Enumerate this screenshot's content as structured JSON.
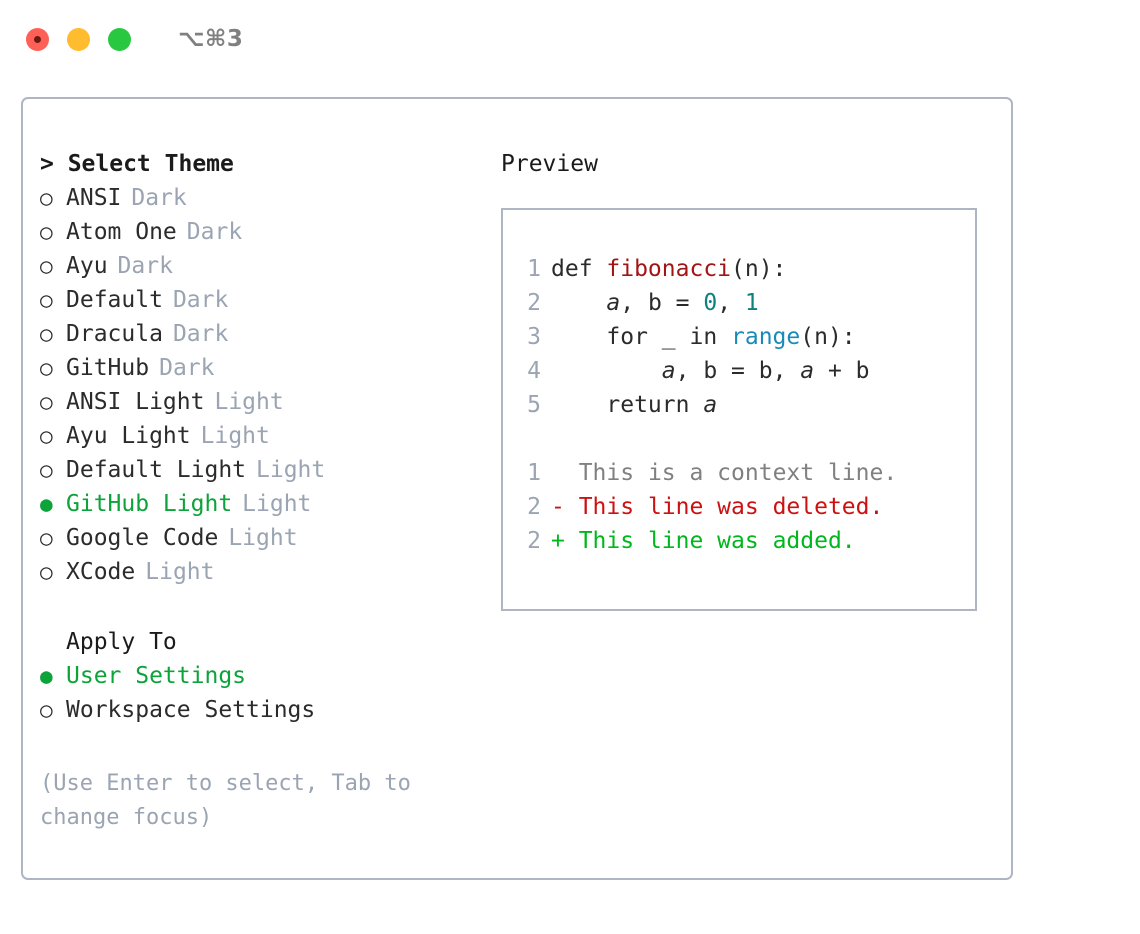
{
  "titlebar": {
    "shortcut": "⌥⌘3",
    "lights": [
      "close",
      "minimize",
      "zoom"
    ]
  },
  "theme_picker": {
    "header": "> Select Theme",
    "items": [
      {
        "name": "ANSI",
        "tag": "Dark",
        "selected": false
      },
      {
        "name": "Atom One",
        "tag": "Dark",
        "selected": false
      },
      {
        "name": "Ayu",
        "tag": "Dark",
        "selected": false
      },
      {
        "name": "Default",
        "tag": "Dark",
        "selected": false
      },
      {
        "name": "Dracula",
        "tag": "Dark",
        "selected": false
      },
      {
        "name": "GitHub",
        "tag": "Dark",
        "selected": false
      },
      {
        "name": "ANSI Light",
        "tag": "Light",
        "selected": false
      },
      {
        "name": "Ayu Light",
        "tag": "Light",
        "selected": false
      },
      {
        "name": "Default Light",
        "tag": "Light",
        "selected": false
      },
      {
        "name": "GitHub Light",
        "tag": "Light",
        "selected": true
      },
      {
        "name": "Google Code",
        "tag": "Light",
        "selected": false
      },
      {
        "name": "XCode",
        "tag": "Light",
        "selected": false
      }
    ],
    "bullet_selected": "●",
    "bullet_unselected": "○",
    "selected_color": "#0ca33a",
    "tag_color": "#9aa4b2"
  },
  "apply_to": {
    "title": "Apply To",
    "options": [
      {
        "label": "User Settings",
        "selected": true
      },
      {
        "label": "Workspace Settings",
        "selected": false
      }
    ]
  },
  "hint": "(Use Enter to select, Tab to change focus)",
  "preview": {
    "title": "Preview",
    "code_lines": [
      {
        "no": "1",
        "segments": [
          {
            "text": "def ",
            "kind": "plain"
          },
          {
            "text": "fibonacci",
            "kind": "fn"
          },
          {
            "text": "(n):",
            "kind": "plain"
          }
        ]
      },
      {
        "no": "2",
        "segments": [
          {
            "text": "    ",
            "kind": "plain"
          },
          {
            "text": "a",
            "kind": "var"
          },
          {
            "text": ", ",
            "kind": "plain"
          },
          {
            "text": "b",
            "kind": "plain"
          },
          {
            "text": " = ",
            "kind": "plain"
          },
          {
            "text": "0",
            "kind": "num"
          },
          {
            "text": ", ",
            "kind": "plain"
          },
          {
            "text": "1",
            "kind": "num"
          }
        ]
      },
      {
        "no": "3",
        "segments": [
          {
            "text": "    for _ in ",
            "kind": "plain"
          },
          {
            "text": "range",
            "kind": "call"
          },
          {
            "text": "(n):",
            "kind": "plain"
          }
        ]
      },
      {
        "no": "4",
        "segments": [
          {
            "text": "        ",
            "kind": "plain"
          },
          {
            "text": "a",
            "kind": "var"
          },
          {
            "text": ", b = b, ",
            "kind": "plain"
          },
          {
            "text": "a",
            "kind": "var"
          },
          {
            "text": " + b",
            "kind": "plain"
          }
        ]
      },
      {
        "no": "5",
        "segments": [
          {
            "text": "    return ",
            "kind": "plain"
          },
          {
            "text": "a",
            "kind": "var"
          }
        ]
      }
    ],
    "diff_lines": [
      {
        "no": "1",
        "marker": "  ",
        "text": "This is a context line.",
        "kind": "ctx"
      },
      {
        "no": "2",
        "marker": "- ",
        "text": "This line was deleted.",
        "kind": "del"
      },
      {
        "no": "2",
        "marker": "+ ",
        "text": "This line was added.",
        "kind": "add"
      }
    ],
    "colors": {
      "function": "#a31515",
      "call": "#1a8bb8",
      "number": "#0e8080",
      "lineno": "#9aa4b2",
      "context": "#808080",
      "deleted": "#cc1111",
      "added": "#00b81d"
    }
  }
}
